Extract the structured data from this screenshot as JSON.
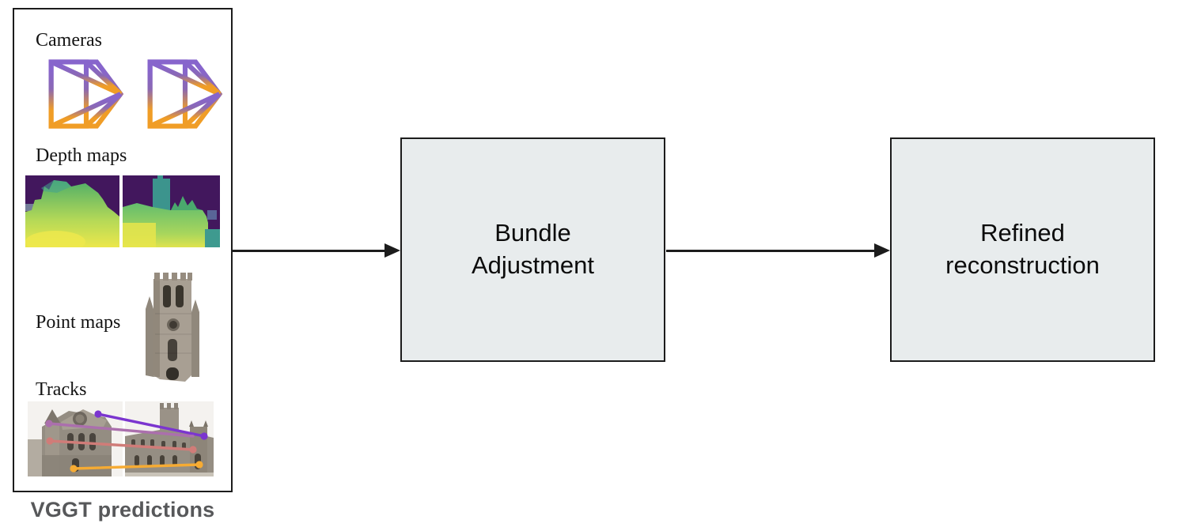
{
  "diagram": {
    "background": "#ffffff",
    "panel": {
      "caption": "VGGT predictions",
      "sections": {
        "cameras": {
          "label": "Cameras",
          "icon": "camera-frustum-icon",
          "count": 2
        },
        "depth_maps": {
          "label": "Depth maps",
          "icon": "depth-map-thumbnail",
          "count": 2
        },
        "point_maps": {
          "label": "Point maps",
          "icon": "point-map-thumbnail",
          "count": 1
        },
        "tracks": {
          "label": "Tracks",
          "icon": "tracked-matches-thumbnail",
          "count": 2
        }
      }
    },
    "nodes": [
      {
        "id": "bundle-adjustment",
        "label": "Bundle Adjustment"
      },
      {
        "id": "refined-reconstruction",
        "label": "Refined reconstruction"
      }
    ],
    "arrows": [
      {
        "from": "vggt-predictions-panel",
        "to": "bundle-adjustment"
      },
      {
        "from": "bundle-adjustment",
        "to": "refined-reconstruction"
      }
    ],
    "colors": {
      "node_fill": "#e8eced",
      "outline": "#1c1c1c",
      "caption_text": "#57585a",
      "camera_gradient_top": "#8765cc",
      "camera_gradient_bottom": "#f09d26",
      "track_line_colors": [
        "#7b35cf",
        "#ab6fad",
        "#d07c78",
        "#f6ab33"
      ],
      "depth_colormap": [
        "#42175d",
        "#3c948d",
        "#52b86a",
        "#e9e64a"
      ]
    }
  }
}
